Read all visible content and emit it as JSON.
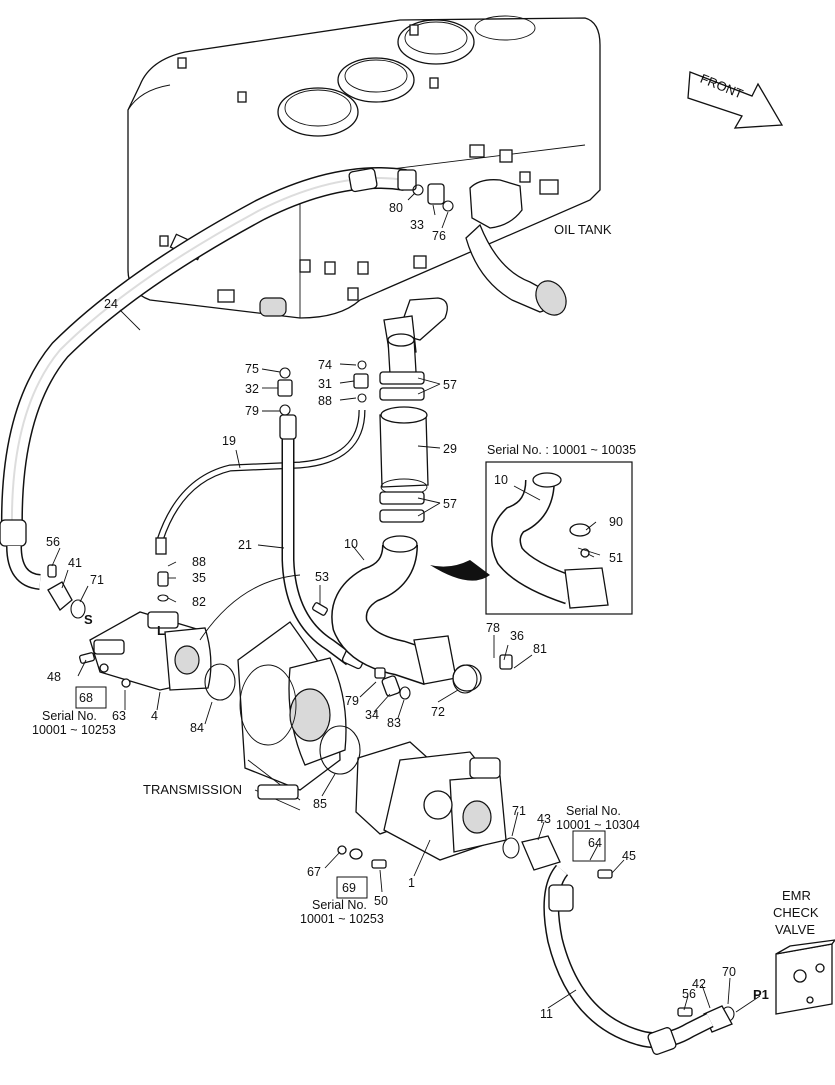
{
  "title_labels": {
    "oil_tank": "OIL TANK",
    "transmission": "TRANSMISSION",
    "front": "FRONT",
    "emr_line1": "EMR",
    "emr_line2": "CHECK",
    "emr_line3": "VALVE",
    "port_s": "S",
    "port_l": "L",
    "port_p1": "P1"
  },
  "serial_notes": {
    "inset_heading": "Serial No. : 10001 ~ 10035",
    "left_line1": "Serial No.",
    "left_line2": "10001 ~ 10253",
    "bottom_line1": "Serial No.",
    "bottom_line2": "10001 ~ 10253",
    "right_line1": "Serial No.",
    "right_line2": "10001 ~ 10304"
  },
  "part_numbers": [
    "24",
    "80",
    "33",
    "76",
    "75",
    "74",
    "32",
    "31",
    "57",
    "79",
    "88",
    "19",
    "29",
    "10",
    "90",
    "51",
    "56",
    "41",
    "71",
    "88",
    "35",
    "82",
    "21",
    "53",
    "57",
    "10",
    "78",
    "36",
    "81",
    "48",
    "68",
    "63",
    "4",
    "84",
    "79",
    "34",
    "83",
    "72",
    "85",
    "71",
    "43",
    "64",
    "45",
    "67",
    "69",
    "50",
    "1",
    "11",
    "56",
    "42",
    "70"
  ]
}
